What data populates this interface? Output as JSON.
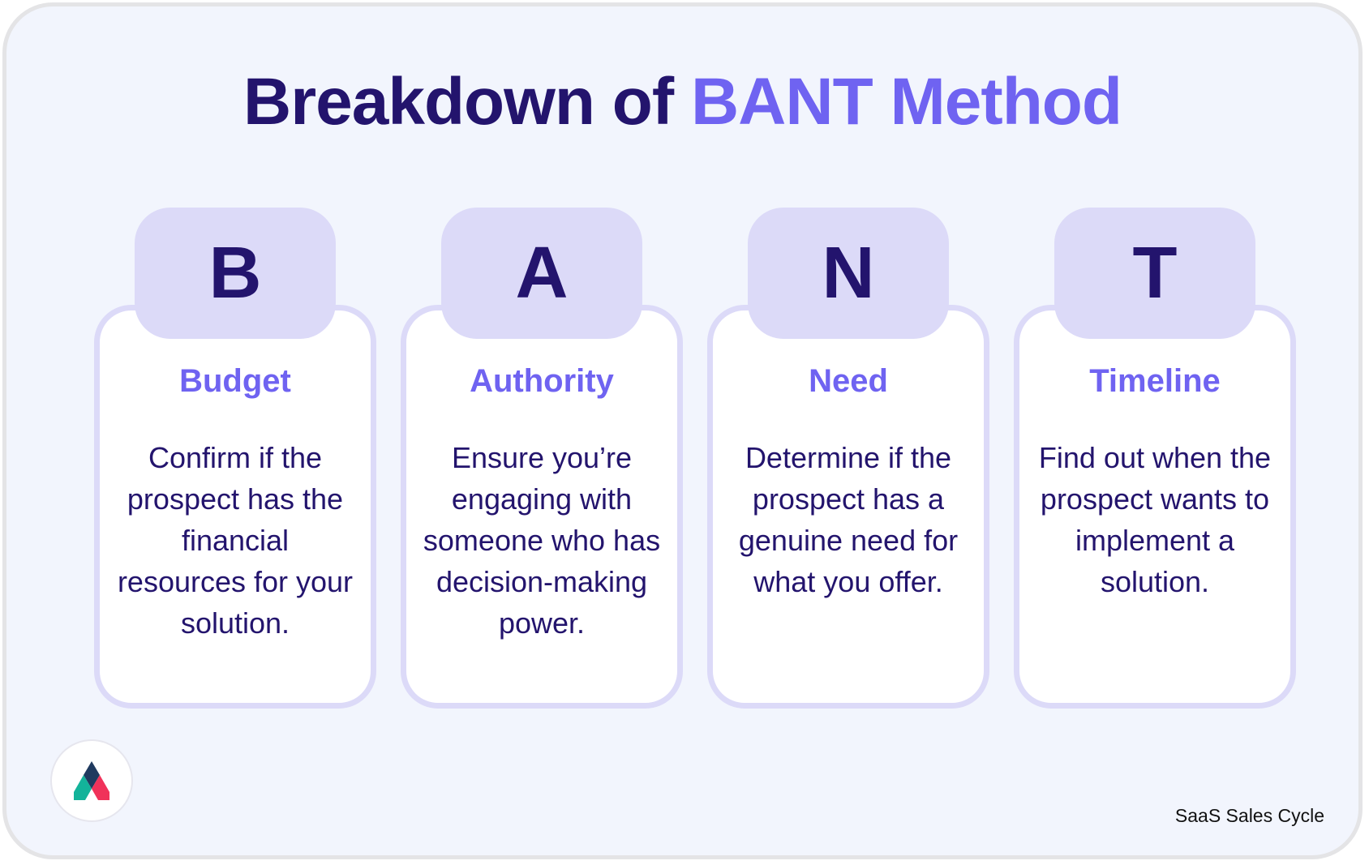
{
  "title": {
    "prefix": "Breakdown of ",
    "accent": "BANT Method"
  },
  "cards": [
    {
      "letter": "B",
      "heading": "Budget",
      "description": "Confirm if the prospect has the financial resources for your solution."
    },
    {
      "letter": "A",
      "heading": "Authority",
      "description": "Ensure you’re engaging with someone who has decision-making power."
    },
    {
      "letter": "N",
      "heading": "Need",
      "description": "Determine if the prospect has a genuine need for what you offer."
    },
    {
      "letter": "T",
      "heading": "Timeline",
      "description": "Find out when the prospect wants to implement a solution."
    }
  ],
  "footer": {
    "source_label": "SaaS Sales Cycle",
    "logo_icon": "triangle-a-logo-icon"
  },
  "colors": {
    "dark_navy": "#23146d",
    "accent_purple": "#6f63f1",
    "tab_lavender": "#dcdaf8",
    "background": "#f2f5fd",
    "logo_dark_blue": "#1f3a5f",
    "logo_teal": "#13b39a",
    "logo_pink": "#f0325a"
  }
}
